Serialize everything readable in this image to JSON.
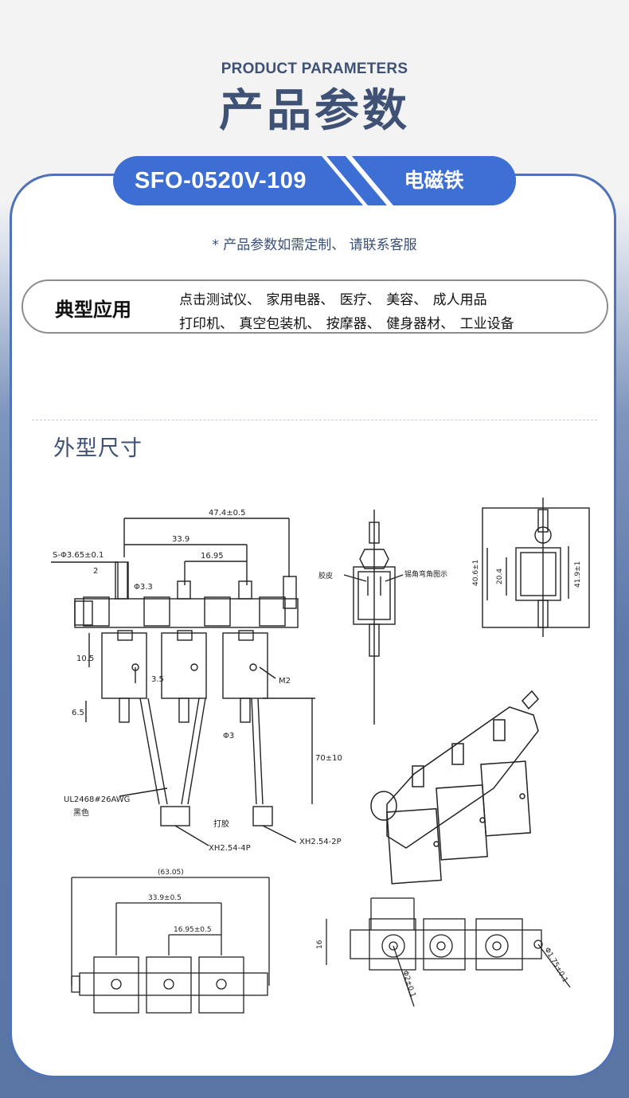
{
  "header": {
    "title_en": "PRODUCT PARAMETERS",
    "title_cn": "产品参数"
  },
  "product": {
    "model": "SFO-0520V-109",
    "type": "电磁铁"
  },
  "note": "* 产品参数如需定制、 请联系客服",
  "applications": {
    "title": "典型应用",
    "line1": "点击测试仪、 家用电器、 医疗、 美容、 成人用品",
    "line2": "打印机、 真空包装机、 按摩器、 健身器材、 工业设备"
  },
  "dimensions": {
    "title": "外型尺寸",
    "front": {
      "overall": "47.4±0.5",
      "pitch2": "33.9",
      "pitch1": "16.95",
      "inlet": "S-Φ3.65±0.1",
      "inlet_d": "Φ3.3",
      "gap": "2",
      "h1": "10.5",
      "h2": "6.5",
      "offset": "3.5",
      "screw": "M2",
      "outlet": "Φ3",
      "lead_len": "70±10",
      "wire": "UL2468#26AWG",
      "wire_color": "黑色",
      "glue": "打胶",
      "conn4": "XH2.54-4P",
      "conn2": "XH2.54-2P"
    },
    "side": {
      "glue": "胶皮",
      "bend": "锡角弯角图示"
    },
    "end": {
      "h_total": "40.6±1",
      "h_body": "20.4",
      "h_all": "41.9±1"
    },
    "bottom": {
      "overall": "(63.05)",
      "pitch2": "33.9±0.5",
      "pitch1": "16.95±0.5"
    },
    "top": {
      "w": "16",
      "hole": "Φ2±0.1",
      "small": "Φ1.75±0.1"
    }
  }
}
